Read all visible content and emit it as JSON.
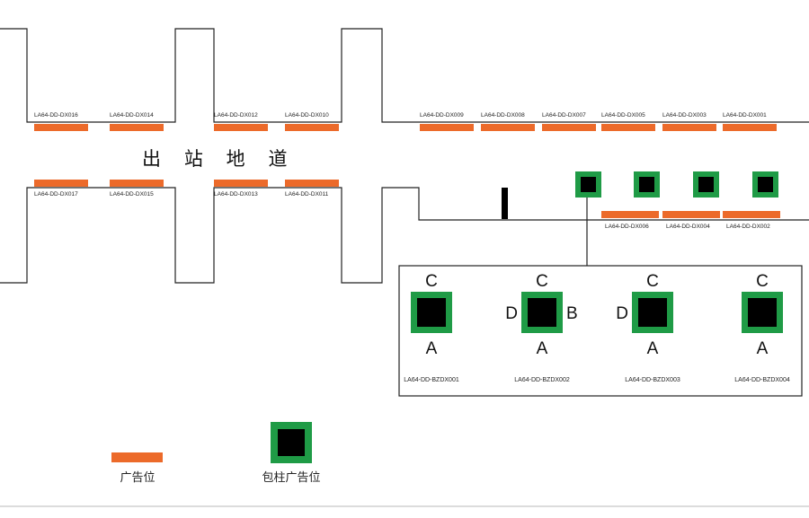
{
  "corridor_title": "出 站 地 道",
  "colors": {
    "ad": "#ec6a2a",
    "pillar_green": "#1f9b46",
    "pillar_core": "#000000",
    "line": "#222222"
  },
  "top_ads": [
    "LA64-DD-DX016",
    "LA64-DD-DX014",
    "LA64-DD-DX012",
    "LA64-DD-DX010",
    "LA64-DD-DX009",
    "LA64-DD-DX008",
    "LA64-DD-DX007",
    "LA64-DD-DX005",
    "LA64-DD-DX003",
    "LA64-DD-DX001"
  ],
  "bottom_left_ads": [
    "LA64-DD-DX017",
    "LA64-DD-DX015",
    "LA64-DD-DX013",
    "LA64-DD-DX011"
  ],
  "bottom_right_ads": [
    "LA64-DD-DX006",
    "LA64-DD-DX004",
    "LA64-DD-DX002"
  ],
  "pillars": [
    {
      "label": "LA64-DD-BZDX001",
      "faces": {
        "top": "C",
        "bottom": "A",
        "left": "",
        "right": ""
      }
    },
    {
      "label": "LA64-DD-BZDX002",
      "faces": {
        "top": "C",
        "bottom": "A",
        "left": "D",
        "right": "B"
      }
    },
    {
      "label": "LA64-DD-BZDX003",
      "faces": {
        "top": "C",
        "bottom": "A",
        "left": "D",
        "right": ""
      }
    },
    {
      "label": "LA64-DD-BZDX004",
      "faces": {
        "top": "C",
        "bottom": "A",
        "left": "",
        "right": ""
      }
    }
  ],
  "legend": {
    "ad_label": "广告位",
    "pillar_label": "包柱广告位"
  }
}
